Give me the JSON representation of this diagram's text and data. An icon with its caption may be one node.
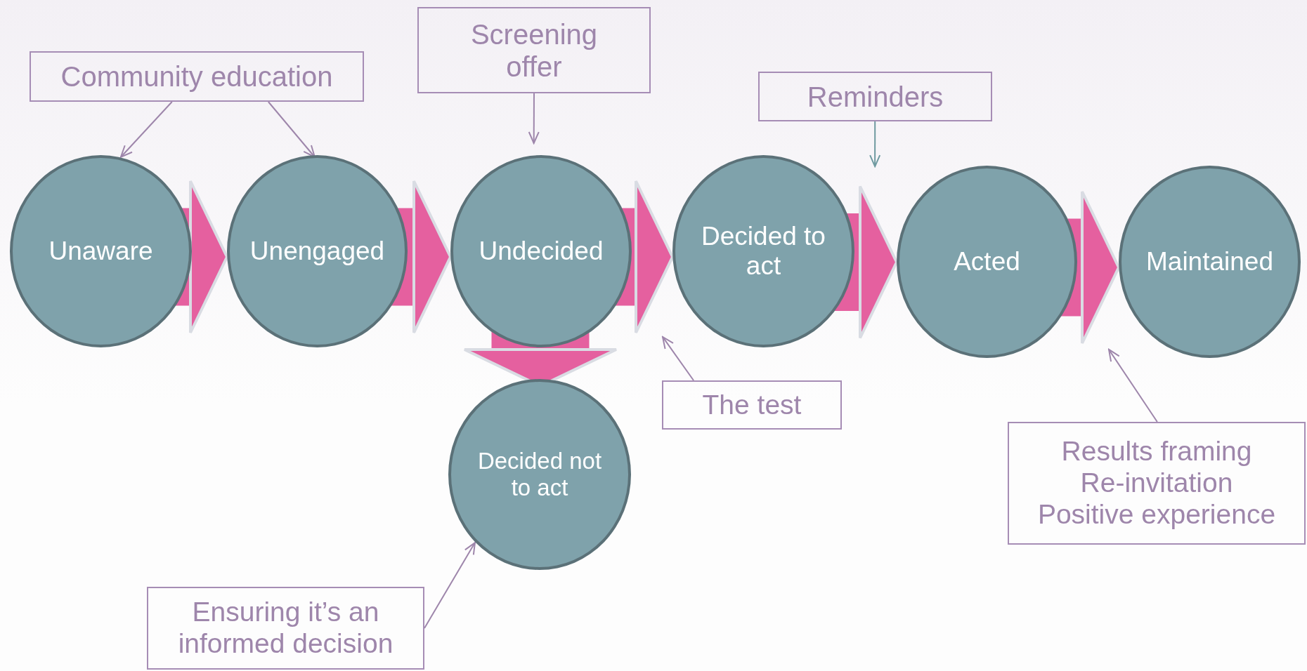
{
  "diagram": {
    "nodes": [
      {
        "text": [
          "Community education"
        ]
      },
      {
        "text": [
          "Screening offer"
        ]
      },
      {
        "text": [
          "Reminders"
        ]
      },
      {
        "text": [
          "Unaware"
        ]
      },
      {
        "text": [
          "Unengaged"
        ]
      },
      {
        "text": [
          "Undecided"
        ]
      },
      {
        "text": [
          "Decided to act"
        ]
      },
      {
        "text": [
          "Acted"
        ]
      },
      {
        "text": [
          "Maintained"
        ]
      },
      {
        "text": [
          "The test"
        ]
      },
      {
        "text": [
          "Decided not to act"
        ]
      },
      {
        "text": [
          "Results framing",
          "Re-invitation",
          "Positive experience"
        ]
      },
      {
        "text": [
          "Ensuring it’s an informed decision"
        ]
      }
    ],
    "edges": [
      {
        "from": 3,
        "to": 4,
        "arrow": "to",
        "style": "thick",
        "color": "#e5609f"
      },
      {
        "from": 4,
        "to": 5,
        "arrow": "to",
        "style": "thick",
        "color": "#e5609f"
      },
      {
        "from": 5,
        "to": 6,
        "arrow": "to",
        "style": "thick",
        "color": "#e5609f"
      },
      {
        "from": 6,
        "to": 7,
        "arrow": "to",
        "style": "thick",
        "color": "#e5609f"
      },
      {
        "from": 7,
        "to": 8,
        "arrow": "to",
        "style": "thick",
        "color": "#e5609f"
      },
      {
        "from": 5,
        "to": 10,
        "arrow": "to",
        "style": "thick",
        "color": "#e5609f"
      },
      {
        "from": 0,
        "to": 3,
        "arrow": "to"
      },
      {
        "from": 0,
        "to": 4,
        "arrow": "to"
      },
      {
        "from": 1,
        "to": 5,
        "arrow": "to"
      },
      {
        "from": 2,
        "to": 7,
        "arrow": "to",
        "color": "#6f9aa0"
      },
      {
        "from": 9,
        "to": 6,
        "arrow": "to"
      },
      {
        "from": 11,
        "to": 8,
        "arrow": "to"
      },
      {
        "from": 12,
        "to": 10,
        "arrow": "to"
      }
    ]
  }
}
